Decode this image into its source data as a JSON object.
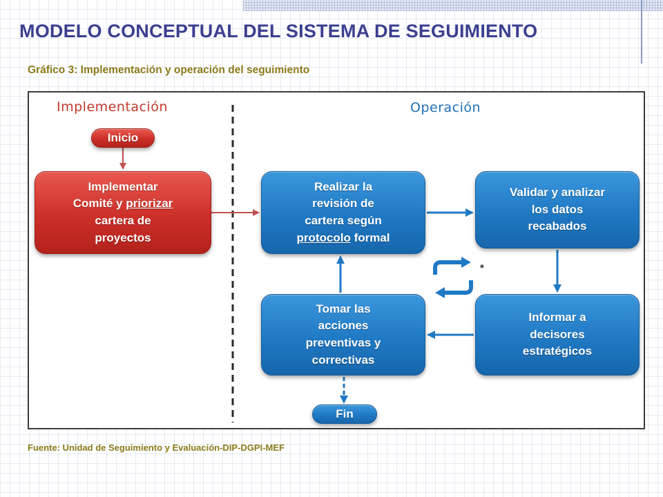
{
  "slide": {
    "title": "MODELO CONCEPTUAL DEL SISTEMA DE SEGUIMIENTO",
    "caption": "Gráfico 3: Implementación y operación del seguimiento",
    "source": "Fuente: Unidad de Seguimiento y Evaluación-DIP-DGPI-MEF"
  },
  "diagram": {
    "sections": {
      "implementation": "Implementación",
      "operation": "Operación"
    },
    "nodes": {
      "start": "Inicio",
      "end": "Fin",
      "implement": {
        "line1": "Implementar",
        "line2_pre": "Comité y ",
        "line2_underlined": "priorizar",
        "line3": "cartera de",
        "line4": "proyectos"
      },
      "review": {
        "line1": "Realizar la",
        "line2": "revisión de",
        "line3": "cartera según",
        "line4_underlined": "protocolo",
        "line4_post": " formal"
      },
      "validate": "Validar y analizar\nlos datos\nrecabados",
      "inform": "Informar a\ndecisores\nestratégicos",
      "act": "Tomar las\nacciones\npreventivas y\ncorrectivas"
    },
    "cycle_marker": "*",
    "colors": {
      "implementation": "#cc2f28",
      "operation": "#1f79c4",
      "title": "#3b3f8f",
      "caption": "#8b7a1a"
    },
    "icons": [
      "cycle-refresh-icon"
    ]
  }
}
